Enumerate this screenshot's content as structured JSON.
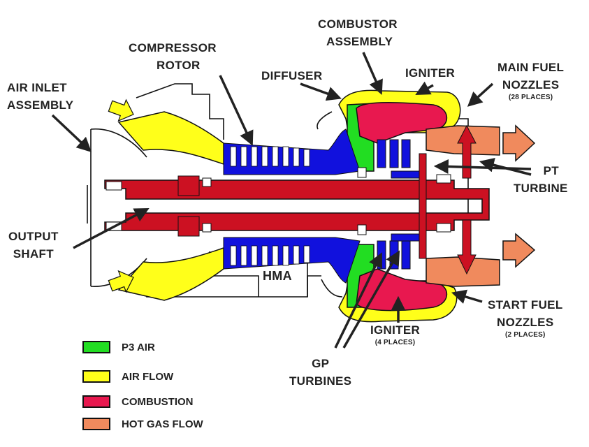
{
  "colors": {
    "p3_air": "#22dd22",
    "air_flow": "#ffff1a",
    "combustion": "#e8184f",
    "hot_gas": "#f08a5d",
    "shaft": "#cc1122",
    "rotor": "#1111dd",
    "outline": "#111111"
  },
  "labels": {
    "combustor_1": "COMBUSTOR",
    "combustor_2": "ASSEMBLY",
    "compressor_1": "COMPRESSOR",
    "compressor_2": "ROTOR",
    "diffuser": "DIFFUSER",
    "igniter_top": "IGNITER",
    "main_fuel_1": "MAIN FUEL",
    "main_fuel_2": "NOZZLES",
    "main_fuel_places": "(28 PLACES)",
    "air_inlet_1": "AIR INLET",
    "air_inlet_2": "ASSEMBLY",
    "pt_1": "PT",
    "pt_2": "TURBINE",
    "output_1": "OUTPUT",
    "output_2": "SHAFT",
    "hma": "HMA",
    "start_fuel_1": "START FUEL",
    "start_fuel_2": "NOZZLES",
    "start_fuel_places": "(2 PLACES)",
    "igniter_bottom": "IGNITER",
    "igniter_bottom_places": "(4 PLACES)",
    "gp_1": "GP",
    "gp_2": "TURBINES"
  },
  "legend": [
    {
      "label": "P3 AIR",
      "color": "#22dd22"
    },
    {
      "label": "AIR FLOW",
      "color": "#ffff1a"
    },
    {
      "label": "COMBUSTION",
      "color": "#e8184f"
    },
    {
      "label": "HOT GAS FLOW",
      "color": "#f08a5d"
    }
  ]
}
